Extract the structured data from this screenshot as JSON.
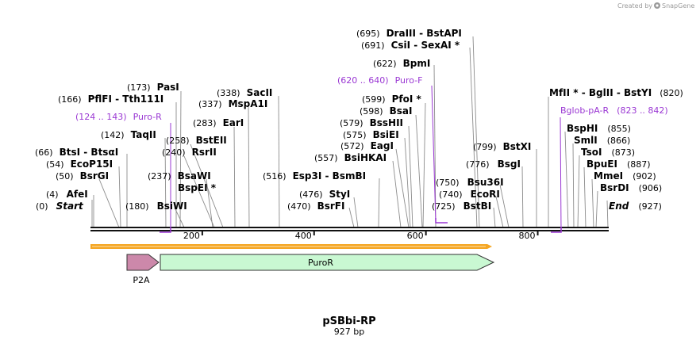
{
  "header": {
    "credit": "Created by",
    "brand": "SnapGene",
    "brand_icon": "snapgene-logo-icon"
  },
  "map": {
    "name": "pSBbi-RP",
    "length_label": "927 bp",
    "total_bp": 927,
    "ticks": [
      "200",
      "400",
      "600",
      "800"
    ],
    "tick_values": [
      200,
      400,
      600,
      800
    ],
    "colors": {
      "primer": "#9a37d3",
      "orf": "#a7f5b6",
      "p2a": "#cc88aa",
      "orange": "#f5a623"
    }
  },
  "sites": [
    {
      "pos": "(0)",
      "name": "Start",
      "italic": true
    },
    {
      "pos": "(4)",
      "name": "AfeI"
    },
    {
      "pos": "(50)",
      "name": "BsrGI"
    },
    {
      "pos": "(54)",
      "name": "EcoP15I"
    },
    {
      "pos": "(66)",
      "name": "BtsI  -  BtsαI"
    },
    {
      "pos": "(142)",
      "name": "TaqII"
    },
    {
      "pos": "(166)",
      "name": "PflFI  -  Tth111I"
    },
    {
      "pos": "(173)",
      "name": "PasI"
    },
    {
      "pos": "(180)",
      "name": "BsiWI"
    },
    {
      "pos": "(237)",
      "name": "BsaWI"
    },
    {
      "pos": "",
      "name": "BspEI *"
    },
    {
      "pos": "(240)",
      "name": "RsrII"
    },
    {
      "pos": "(258)",
      "name": "BstEII"
    },
    {
      "pos": "(283)",
      "name": "EarI"
    },
    {
      "pos": "(337)",
      "name": "MspA1I"
    },
    {
      "pos": "(338)",
      "name": "SacII"
    },
    {
      "pos": "(470)",
      "name": "BsrFI"
    },
    {
      "pos": "(476)",
      "name": "StyI"
    },
    {
      "pos": "(516)",
      "name": "Esp3I  -  BsmBI"
    },
    {
      "pos": "(557)",
      "name": "BsiHKAI"
    },
    {
      "pos": "(572)",
      "name": "EagI"
    },
    {
      "pos": "(575)",
      "name": "BsiEI"
    },
    {
      "pos": "(579)",
      "name": "BssHII"
    },
    {
      "pos": "(598)",
      "name": "BsaI"
    },
    {
      "pos": "(599)",
      "name": "PfoI *"
    },
    {
      "pos": "(622)",
      "name": "BpmI"
    },
    {
      "pos": "(691)",
      "name": "CsiI  -  SexAI *"
    },
    {
      "pos": "(695)",
      "name": "DraIII  -  BstAPI"
    },
    {
      "pos": "(725)",
      "name": "BstBI"
    },
    {
      "pos": "(740)",
      "name": "EcoRI"
    },
    {
      "pos": "(750)",
      "name": "Bsu36I"
    },
    {
      "pos": "(776)",
      "name": "BsgI"
    },
    {
      "pos": "(799)",
      "name": "BstXI"
    },
    {
      "pos": "(820)",
      "name": "MfII *  -  BglII  -  BstYI"
    },
    {
      "pos": "(855)",
      "name": "BspHI"
    },
    {
      "pos": "(866)",
      "name": "SmlI"
    },
    {
      "pos": "(873)",
      "name": "TsoI"
    },
    {
      "pos": "(887)",
      "name": "BpuEI"
    },
    {
      "pos": "(902)",
      "name": "MmeI"
    },
    {
      "pos": "(906)",
      "name": "BsrDI"
    },
    {
      "pos": "(927)",
      "name": "End",
      "italic": true
    }
  ],
  "primers": [
    {
      "label": "Puro-R",
      "range": "(124 .. 143)"
    },
    {
      "label": "Puro-F",
      "range": "(620 .. 640)"
    },
    {
      "label": "Bglob-pA-R",
      "range": "(823 .. 842)"
    }
  ],
  "features": [
    {
      "label": "P2A",
      "icon": "p2a-arrow-icon"
    },
    {
      "label": "PuroR",
      "icon": "puror-arrow-icon"
    }
  ]
}
